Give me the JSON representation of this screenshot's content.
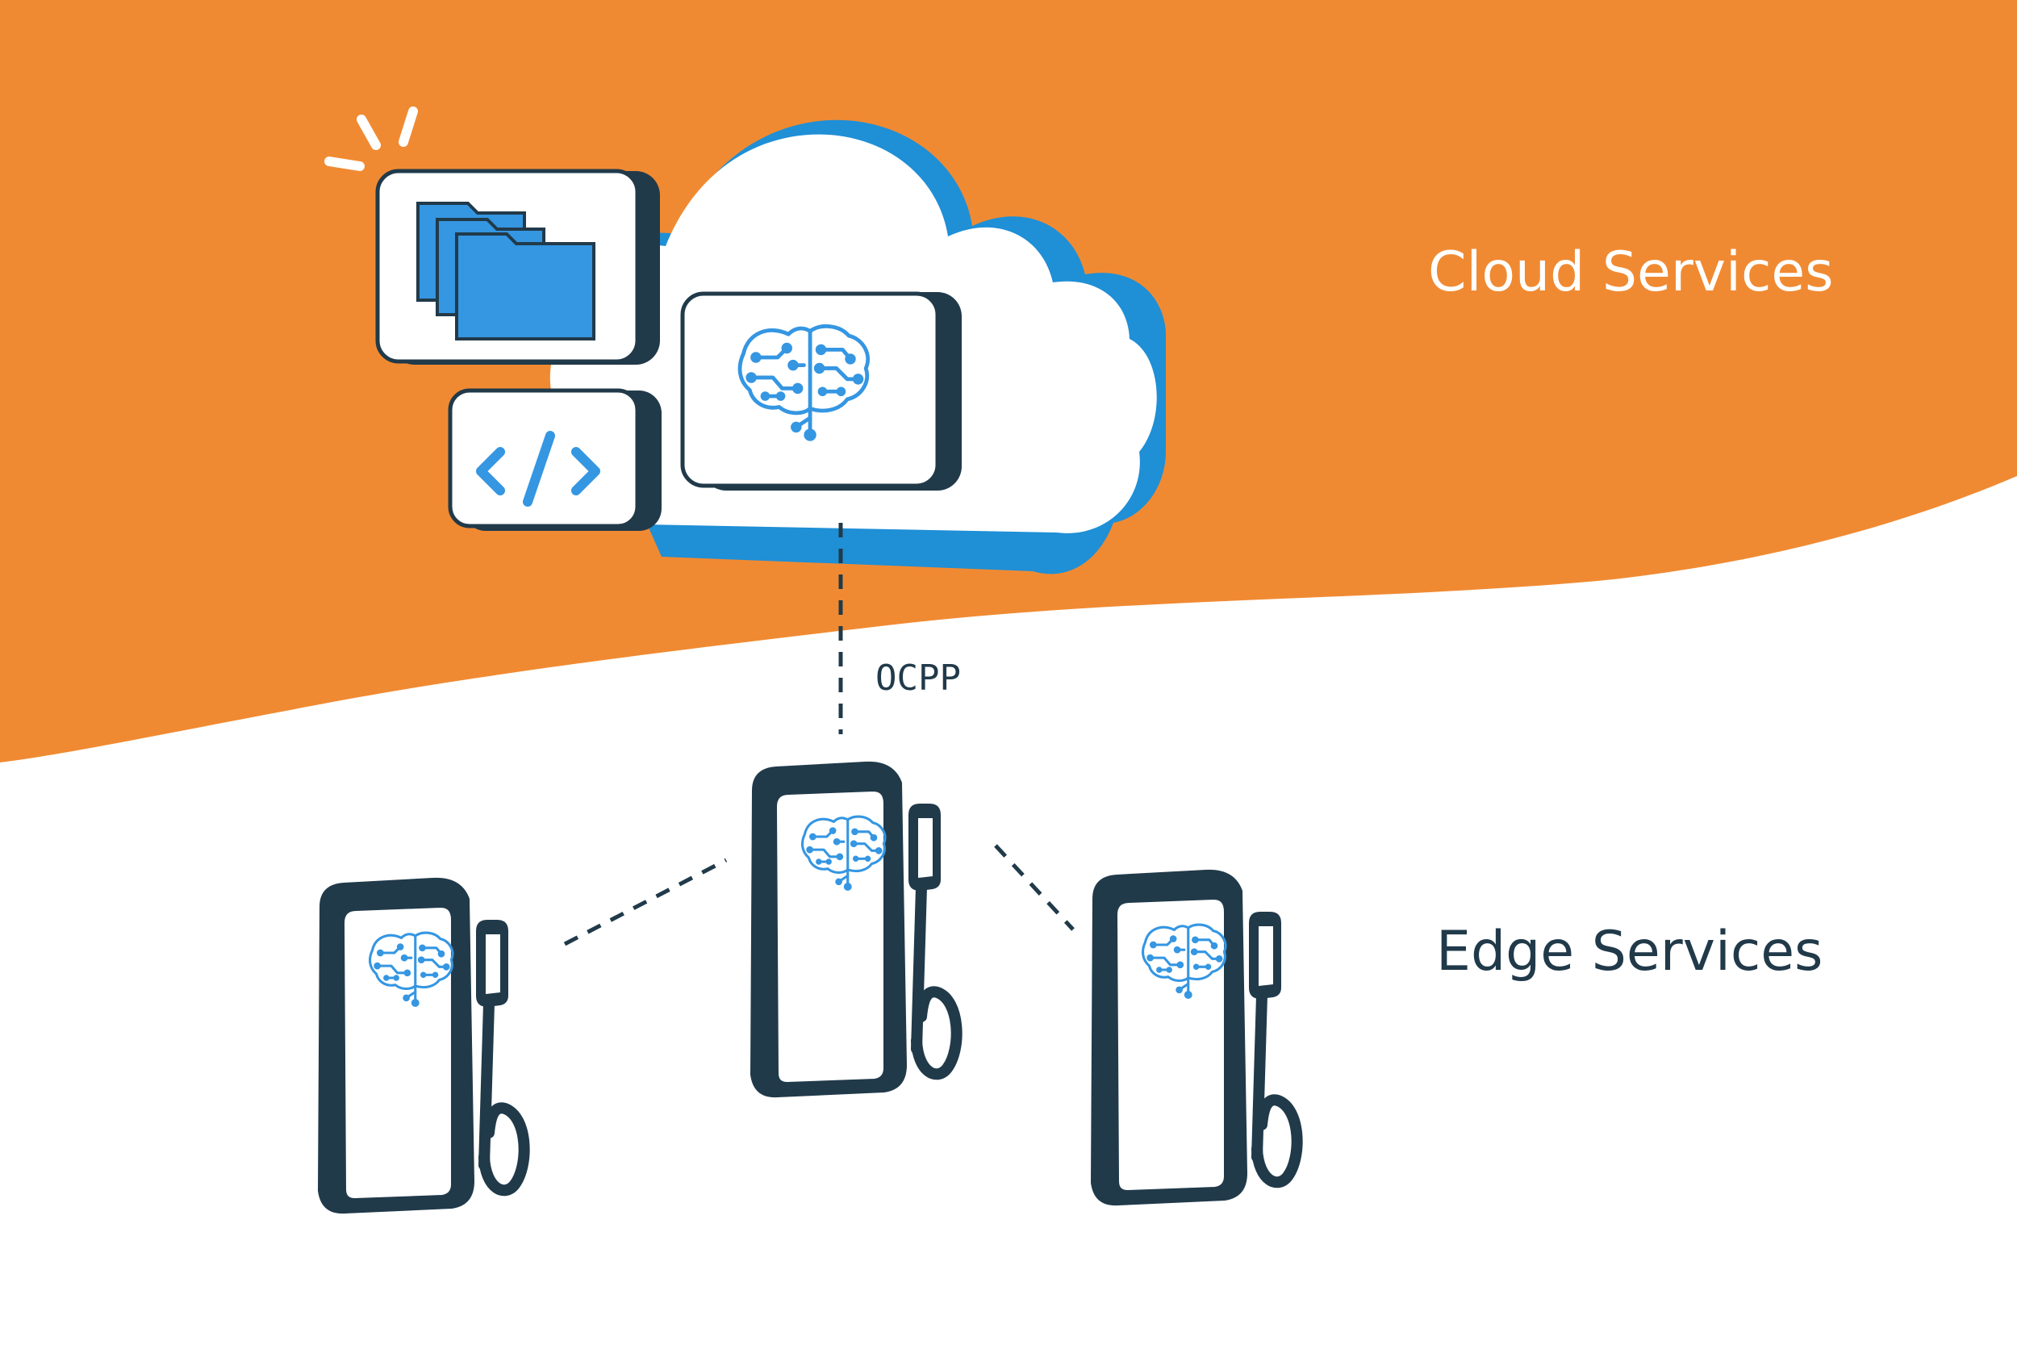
{
  "labels": {
    "cloud_services": "Cloud Services",
    "edge_services": "Edge Services",
    "protocol": "OCPP"
  },
  "colors": {
    "orange_band": "#f08a32",
    "navy": "#213a4a",
    "blue": "#3596e2",
    "cloud_shadow": "#1f8fd6",
    "white": "#ffffff"
  },
  "icons": [
    "folders-icon",
    "code-icon",
    "brain-circuit-icon",
    "cloud-icon",
    "charging-station-icon",
    "sparkle-icon"
  ]
}
